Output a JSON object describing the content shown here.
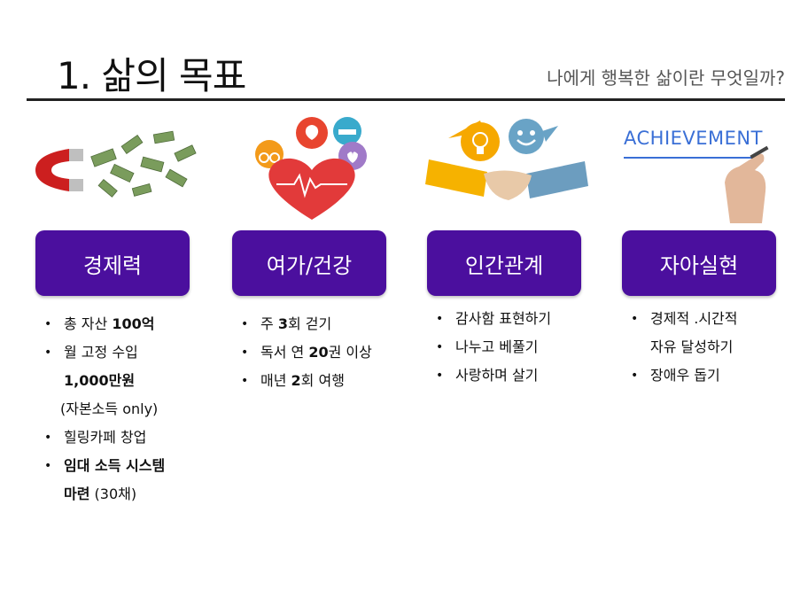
{
  "header": {
    "title": "1. 삶의 목표",
    "subtitle": "나에게 행복한 삶이란 무엇일까?"
  },
  "columns": [
    {
      "badge": "경제력",
      "icon": "magnet-money-icon",
      "bullets": [
        {
          "a": "총 자산 ",
          "b": "100억"
        },
        {
          "a": "월 고정 수입",
          "b": ""
        },
        {
          "a": "",
          "b": "1,000만원"
        },
        {
          "a": "(자본소득 only)",
          "b": ""
        },
        {
          "a": "힐링카페 창업",
          "b": ""
        },
        {
          "a": "",
          "b": "임대 소득 시스템"
        },
        {
          "a": "",
          "b": "마련",
          "c": " (30채)"
        }
      ]
    },
    {
      "badge": "여가/건강",
      "icon": "heart-leisure-icon",
      "bullets": [
        {
          "a": "주 ",
          "b": "3",
          "c": "회 걷기"
        },
        {
          "a": "독서 연 ",
          "b": "20",
          "c": "권 이상"
        },
        {
          "a": "매년 ",
          "b": "2",
          "c": "회 여행"
        }
      ]
    },
    {
      "badge": "인간관계",
      "icon": "handshake-icon",
      "bullets": [
        {
          "a": "감사함 표현하기"
        },
        {
          "a": "나누고 베풀기"
        },
        {
          "a": "사랑하며 살기"
        }
      ]
    },
    {
      "badge": "자아실현",
      "icon": "achievement-hand-icon",
      "illus_text": "ACHIEVEMENT",
      "bullets": [
        {
          "a": "경제적 .시간적"
        },
        {
          "a": "자유 달성하기"
        },
        {
          "a": "장애우 돕기"
        }
      ]
    }
  ]
}
